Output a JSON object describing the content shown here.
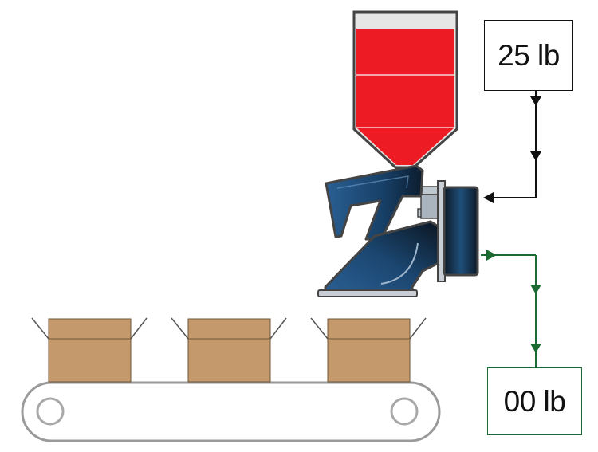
{
  "setpoint": {
    "label": "25 lb",
    "line_color": "#111111"
  },
  "actual": {
    "label": "00 lb",
    "line_color": "#1a6b32"
  },
  "colors": {
    "hopper_material": "#ed1c24",
    "feeder_body": "#1f4f7a",
    "box": "#c49a6c",
    "conveyor_outline": "#9a9a9a"
  },
  "conveyor": {
    "box_count": 3
  }
}
